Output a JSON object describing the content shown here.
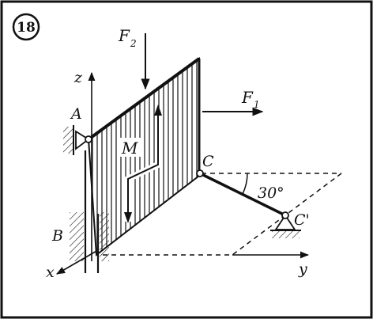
{
  "figure_number": "18",
  "labels": {
    "z": "z",
    "x": "x",
    "y": "y",
    "A": "A",
    "B": "B",
    "C": "C",
    "C_prime": "C'",
    "M": "M",
    "F1_main": "F",
    "F1_sub": "1",
    "F2_main": "F",
    "F2_sub": "2",
    "angle": "30°"
  },
  "colors": {
    "ink": "#111111",
    "background": "#ffffff",
    "plate_hatch": "#222222"
  }
}
